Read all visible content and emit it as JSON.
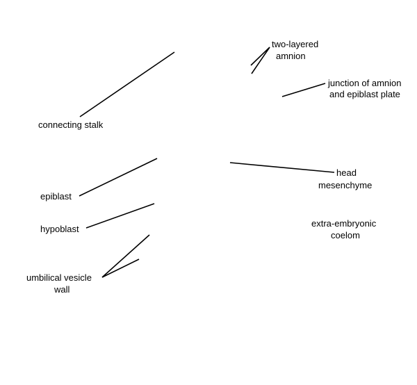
{
  "labels": {
    "two_layered_amnion": [
      "two-layered",
      "amnion"
    ],
    "junction": [
      "junction of amnion",
      "and epiblast plate"
    ],
    "connecting_stalk": "connecting stalk",
    "head_mesenchyme": [
      "head",
      "mesenchyme"
    ],
    "epiblast": "epiblast",
    "hypoblast": "hypoblast",
    "extra_embryonic_coelom": [
      "extra-embryonic",
      "coelom"
    ],
    "umbilical_vesicle_wall": [
      "umbilical vesicle",
      "wall"
    ]
  }
}
